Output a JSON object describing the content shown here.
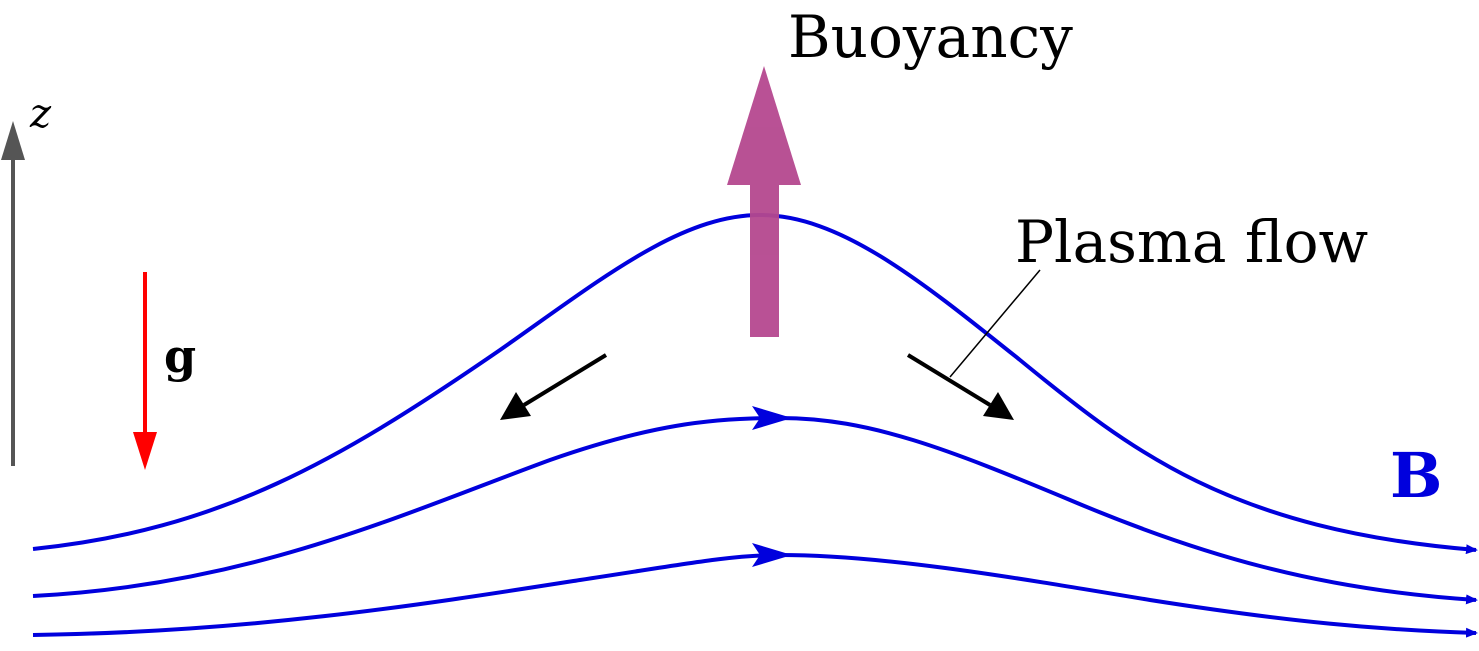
{
  "labels": {
    "buoyancy": "Buoyancy",
    "plasma_flow": "Plasma flow",
    "z_axis": "z",
    "gravity": "g",
    "magnetic_field": "B"
  },
  "colors": {
    "field_lines": "#0000dd",
    "buoyancy_arrow": "#b5488f",
    "gravity_arrow": "#ff0000",
    "z_axis": "#555555",
    "flow_arrows": "#000000",
    "magnetic_label": "#0000dd"
  }
}
